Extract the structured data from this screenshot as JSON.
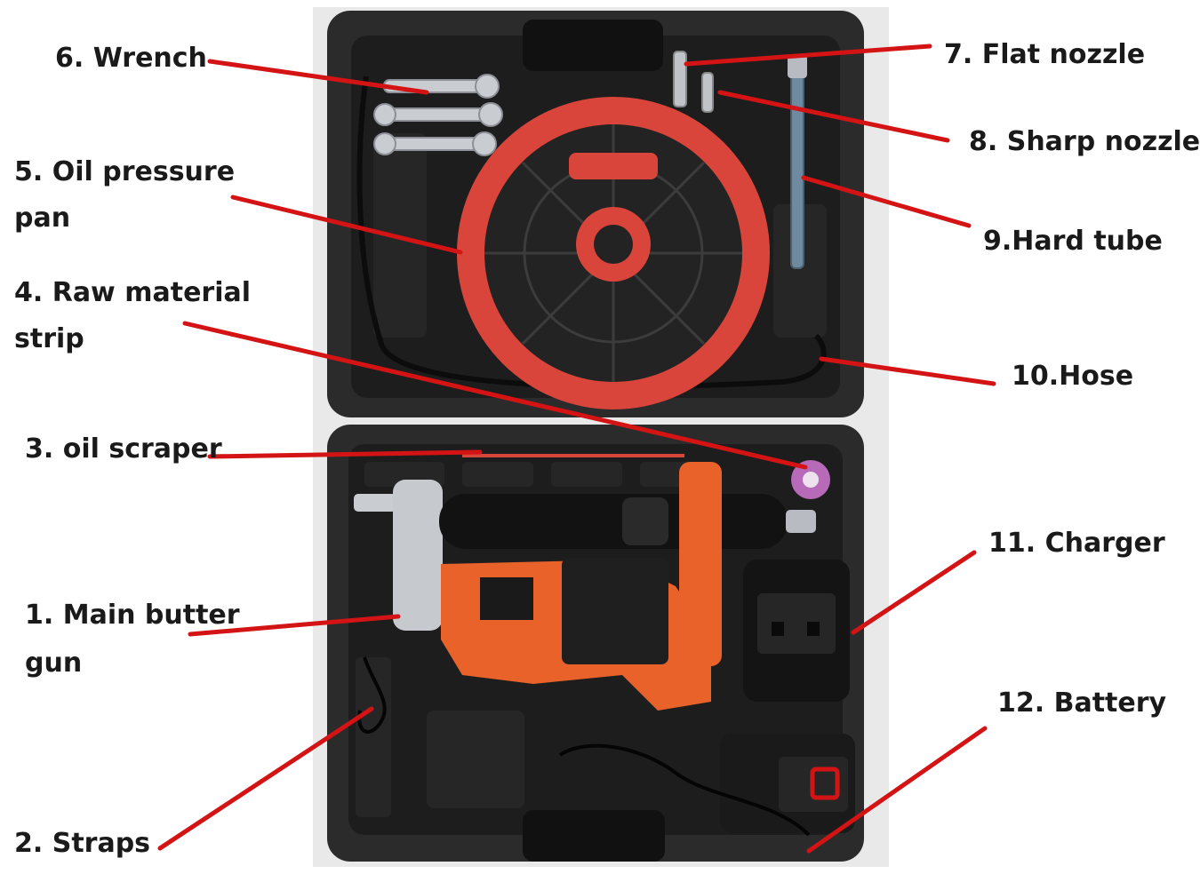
{
  "labels": {
    "wrench": "6. Wrench",
    "oil_pan_1": "5. Oil pressure",
    "oil_pan_2": "pan",
    "raw_strip_1": "4. Raw material",
    "raw_strip_2": "strip",
    "scraper": "3. oil scraper",
    "gun_1": "1.  Main butter",
    "gun_2": "gun",
    "straps": "2.  Straps",
    "flat_nozzle": "7. Flat nozzle",
    "sharp_nozzle": "8. Sharp nozzle",
    "hard_tube": "9.Hard tube",
    "hose": "10.Hose",
    "charger": "11. Charger",
    "battery": "12. Battery"
  },
  "colors": {
    "arrow": "#d41414",
    "case": "#2b2b2b",
    "case_inner": "#1d1d1d",
    "tool_orange": "#e8622a",
    "pan_red": "#d9453a"
  }
}
